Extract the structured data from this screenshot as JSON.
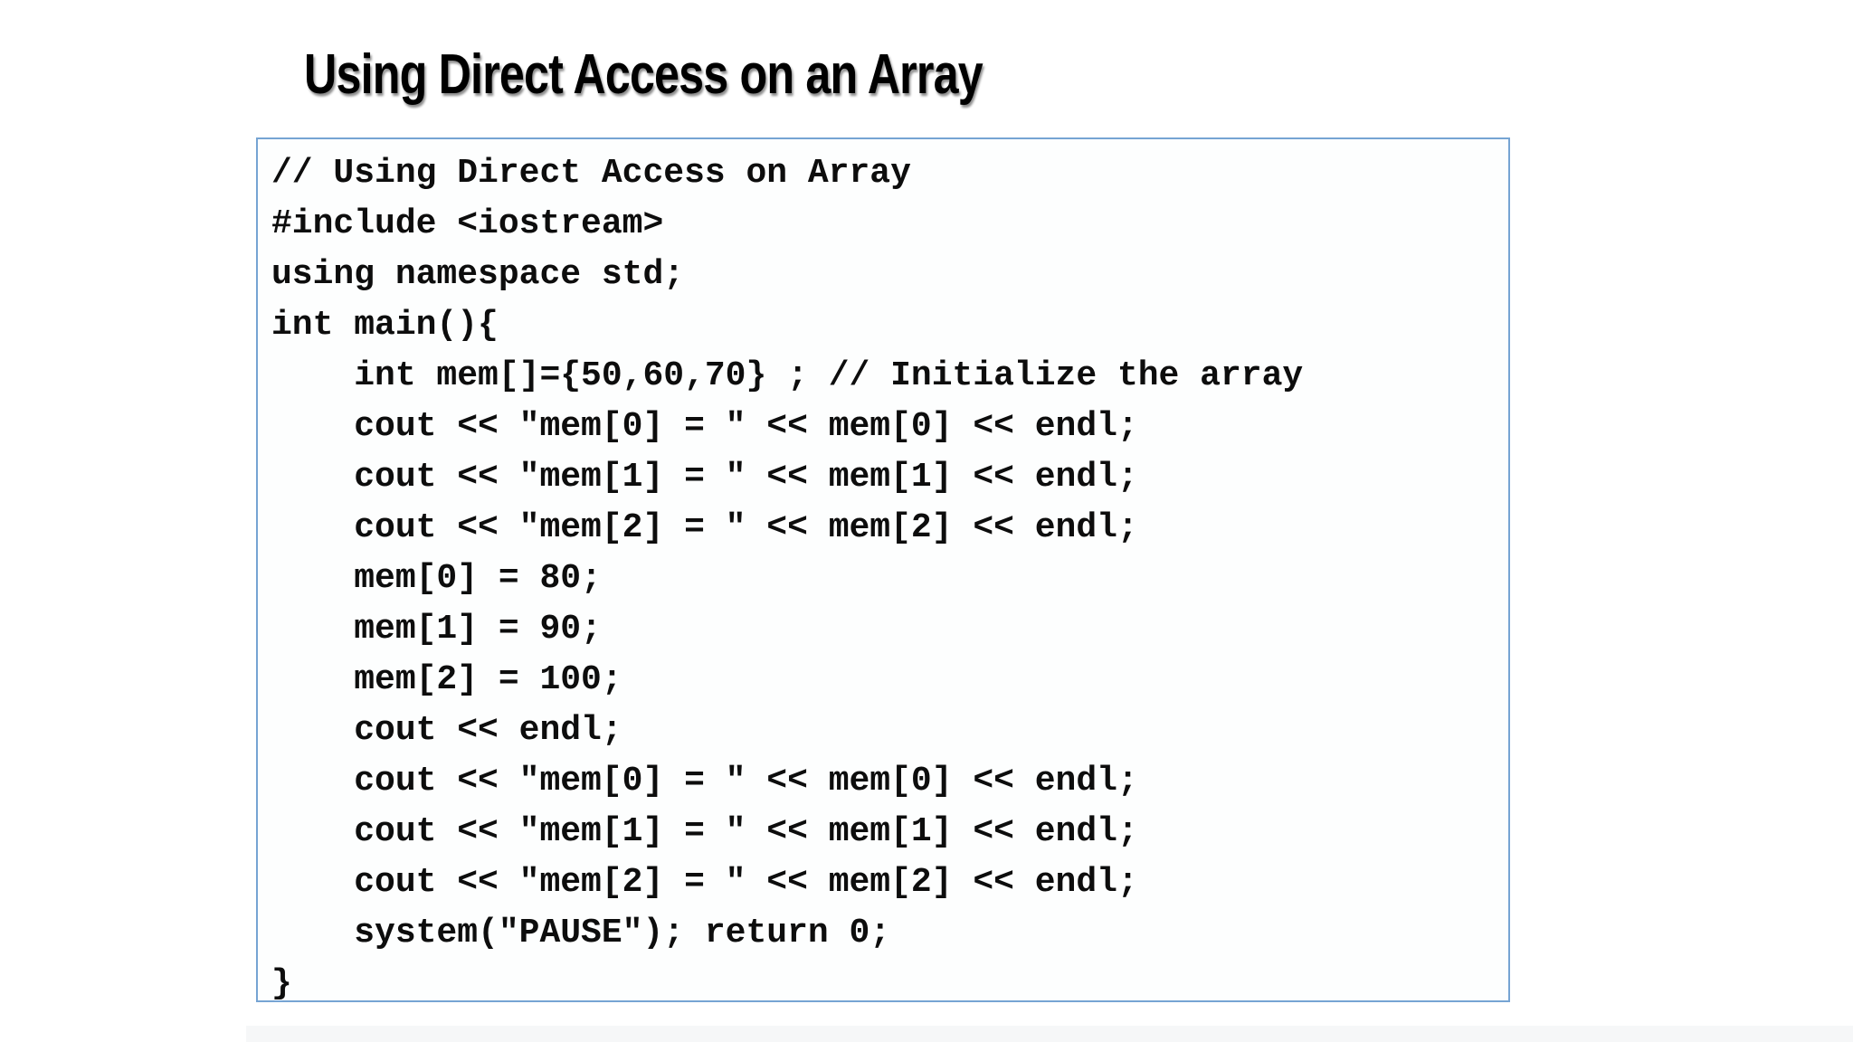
{
  "slide": {
    "title": "Using Direct Access on an Array"
  },
  "code": {
    "border_color": "#76a4d3",
    "lines": [
      "// Using Direct Access on Array",
      "#include <iostream>",
      "using namespace std;",
      "int main(){",
      "    int mem[]={50,60,70} ; // Initialize the array",
      "    cout << \"mem[0] = \" << mem[0] << endl;",
      "    cout << \"mem[1] = \" << mem[1] << endl;",
      "    cout << \"mem[2] = \" << mem[2] << endl;",
      "    mem[0] = 80;",
      "    mem[1] = 90;",
      "    mem[2] = 100;",
      "    cout << endl;",
      "    cout << \"mem[0] = \" << mem[0] << endl;",
      "    cout << \"mem[1] = \" << mem[1] << endl;",
      "    cout << \"mem[2] = \" << mem[2] << endl;",
      "    system(\"PAUSE\"); return 0;",
      "}"
    ]
  }
}
